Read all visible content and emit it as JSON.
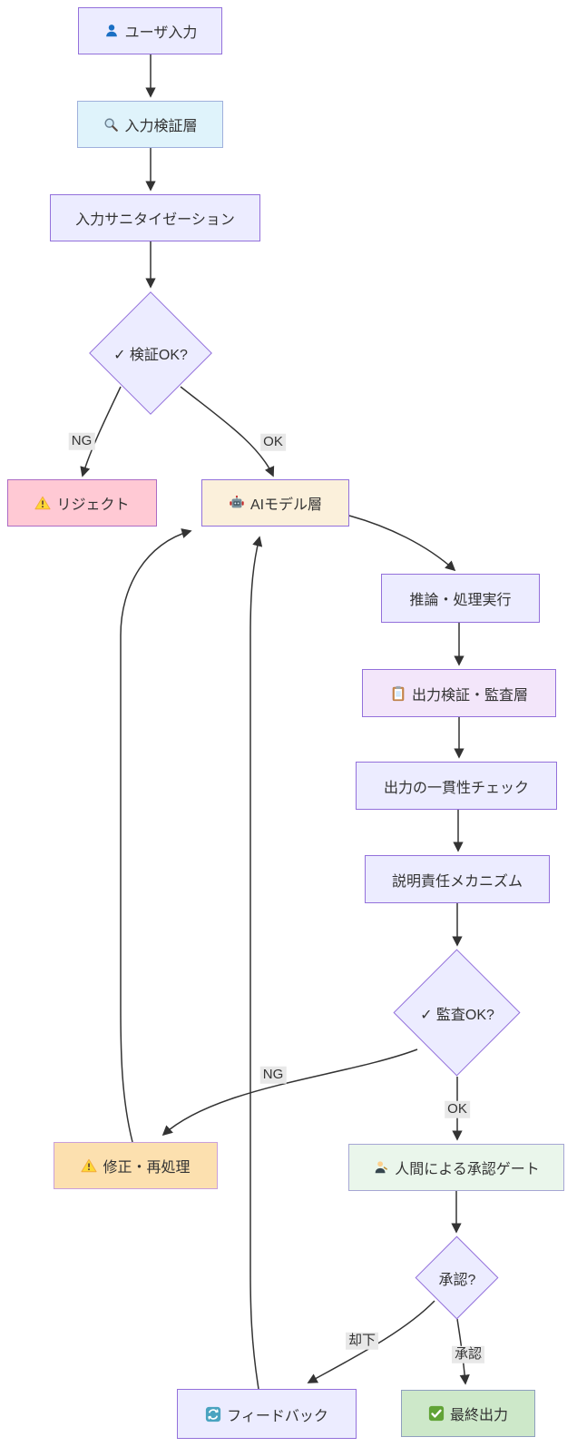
{
  "diagram": {
    "background": "#ffffff",
    "edge_color": "#333333",
    "edge_label_bg": "#e8e8e8",
    "default_node_fill": "#ECECFF",
    "default_node_stroke": "#9370DB"
  },
  "nodes": {
    "user_input": {
      "label": "ユーザ入力",
      "icon": "user-icon",
      "fill": "#ECECFF",
      "stroke": "#9370DB"
    },
    "input_validation": {
      "label": "入力検証層",
      "icon": "search-icon",
      "fill": "#DFF3FB",
      "stroke": "#9FB0DC"
    },
    "sanitization": {
      "label": "入力サニタイゼーション",
      "fill": "#ECECFF",
      "stroke": "#9370DB"
    },
    "verify_ok": {
      "label": "✓ 検証OK?",
      "fill": "#ECECFF",
      "stroke": "#9370DB"
    },
    "reject": {
      "label": "リジェクト",
      "icon": "warning-icon",
      "fill": "#FFC9D4",
      "stroke": "#AC6BC4"
    },
    "ai_model": {
      "label": "AIモデル層",
      "icon": "robot-icon",
      "fill": "#FBF0DB",
      "stroke": "#9370DB"
    },
    "inference": {
      "label": "推論・処理実行",
      "fill": "#ECECFF",
      "stroke": "#9370DB"
    },
    "output_audit": {
      "label": "出力検証・監査層",
      "icon": "clipboard-icon",
      "fill": "#F3E6FA",
      "stroke": "#9370DB"
    },
    "consistency": {
      "label": "出力の一貫性チェック",
      "fill": "#ECECFF",
      "stroke": "#9370DB"
    },
    "accountability": {
      "label": "説明責任メカニズム",
      "fill": "#ECECFF",
      "stroke": "#9370DB"
    },
    "audit_ok": {
      "label": "✓ 監査OK?",
      "fill": "#ECECFF",
      "stroke": "#9370DB"
    },
    "fix_reprocess": {
      "label": "修正・再処理",
      "icon": "warning-icon",
      "fill": "#FCE0AF",
      "stroke": "#C9A0DB"
    },
    "approval_gate": {
      "label": "人間による承認ゲート",
      "icon": "judge-icon",
      "fill": "#EAF6EB",
      "stroke": "#A6A6D4"
    },
    "approve_q": {
      "label": "承認?",
      "fill": "#ECECFF",
      "stroke": "#9370DB"
    },
    "feedback": {
      "label": "フィードバック",
      "icon": "cycle-icon",
      "fill": "#ECECFF",
      "stroke": "#9370DB"
    },
    "final_output": {
      "label": "最終出力",
      "icon": "check-icon",
      "fill": "#CDE8C9",
      "stroke": "#8FA0BE"
    }
  },
  "edge_labels": {
    "verify_ng": "NG",
    "verify_pass": "OK",
    "audit_ng": "NG",
    "audit_pass": "OK",
    "approve_reject": "却下",
    "approve_accept": "承認"
  }
}
